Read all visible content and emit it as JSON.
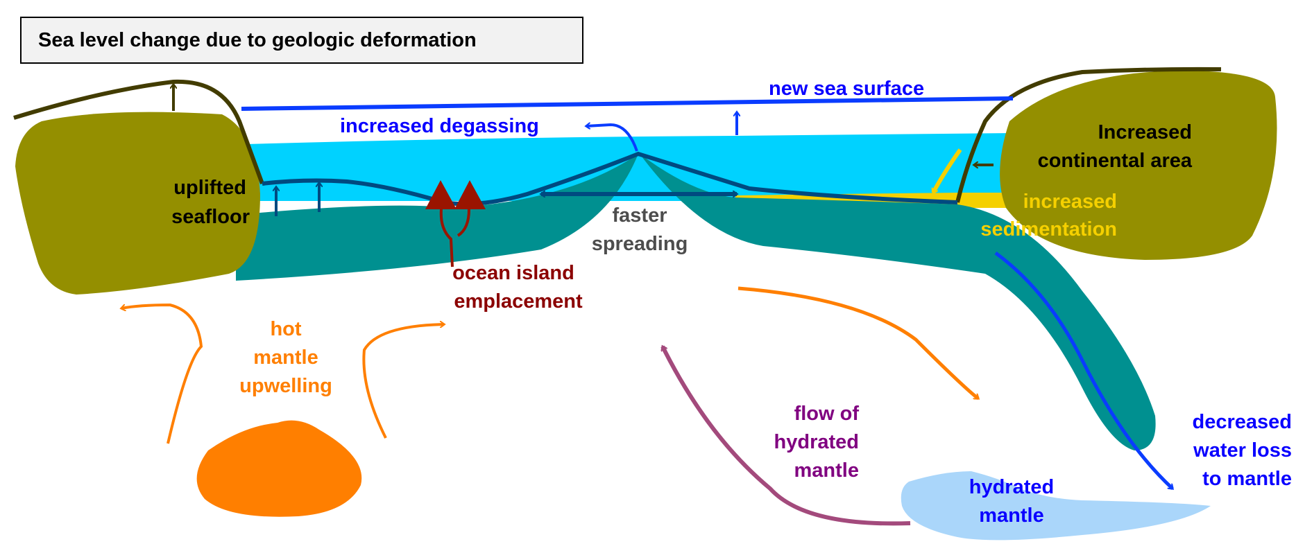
{
  "title": "Sea level change due to geologic deformation",
  "colors": {
    "continent": "#948f00",
    "ocean": "#00d2ff",
    "lithosphere": "#009090",
    "sediment": "#f5d000",
    "sea_surface": "#0a3cff",
    "seafloor_line": "#004a80",
    "continent_outline": "#423c00",
    "volcano": "#9a1400",
    "hot_mantle": "#ff7f00",
    "hydrated_mantle": "#aad6fa",
    "hydrated_flow": "#a34a7c"
  },
  "labels": {
    "new_sea_surface": "new sea surface",
    "increased_degassing": "increased degassing",
    "uplifted_seafloor_1": "uplifted",
    "uplifted_seafloor_2": "seafloor",
    "increased_continental_area_1": "Increased",
    "increased_continental_area_2": "continental area",
    "increased_sedimentation_1": "increased",
    "increased_sedimentation_2": "sedimentation",
    "faster_spreading_1": "faster",
    "faster_spreading_2": "spreading",
    "ocean_island_1": "ocean island",
    "ocean_island_2": "emplacement",
    "hot_mantle_1": "hot",
    "hot_mantle_2": "mantle",
    "hot_mantle_3": "upwelling",
    "flow_hydrated_1": "flow of",
    "flow_hydrated_2": "hydrated",
    "flow_hydrated_3": "mantle",
    "hydrated_mantle_1": "hydrated",
    "hydrated_mantle_2": "mantle",
    "decreased_water_1": "decreased",
    "decreased_water_2": "water loss",
    "decreased_water_3": "to mantle"
  }
}
